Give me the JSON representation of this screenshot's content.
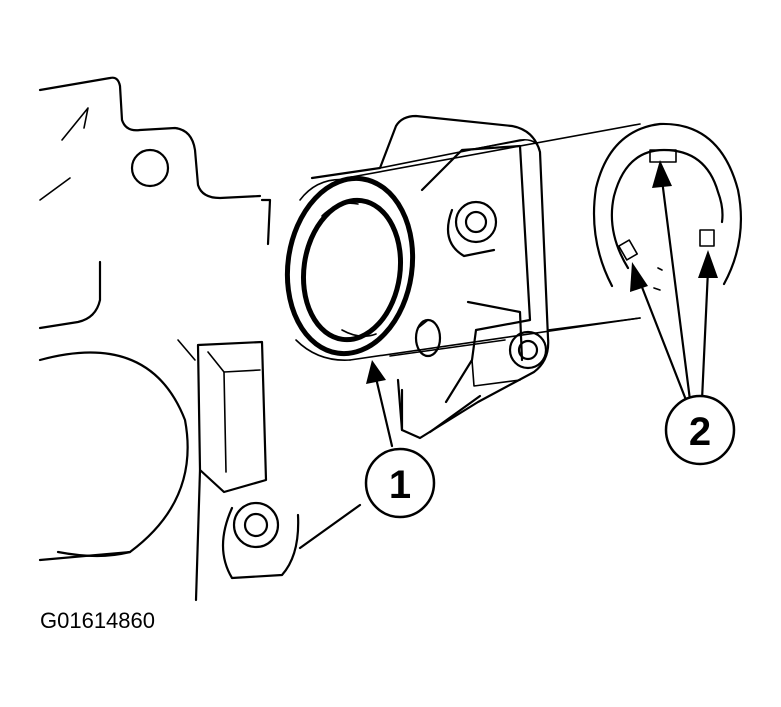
{
  "figure_id": "G01614860",
  "callouts": [
    {
      "label": "1"
    },
    {
      "label": "2"
    }
  ]
}
